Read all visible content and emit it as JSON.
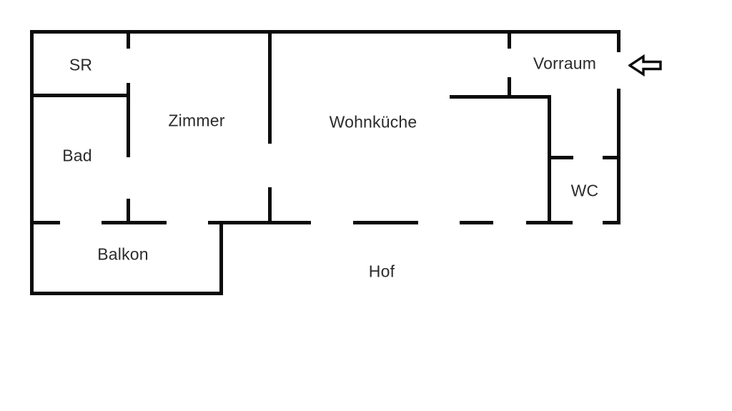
{
  "diagram": {
    "type": "floor-plan",
    "background_color": "#ffffff",
    "wall_color": "#0b0b0b",
    "label_color": "#2b2b2b",
    "rooms": [
      {
        "id": "sr",
        "label": "SR"
      },
      {
        "id": "bad",
        "label": "Bad"
      },
      {
        "id": "zimmer",
        "label": "Zimmer"
      },
      {
        "id": "wohnkueche",
        "label": "Wohnküche"
      },
      {
        "id": "vorraum",
        "label": "Vorraum"
      },
      {
        "id": "wc",
        "label": "WC"
      },
      {
        "id": "balkon",
        "label": "Balkon"
      },
      {
        "id": "hof",
        "label": "Hof"
      }
    ],
    "entrance": {
      "icon": "entrance-arrow-left-icon",
      "direction": "left"
    }
  }
}
